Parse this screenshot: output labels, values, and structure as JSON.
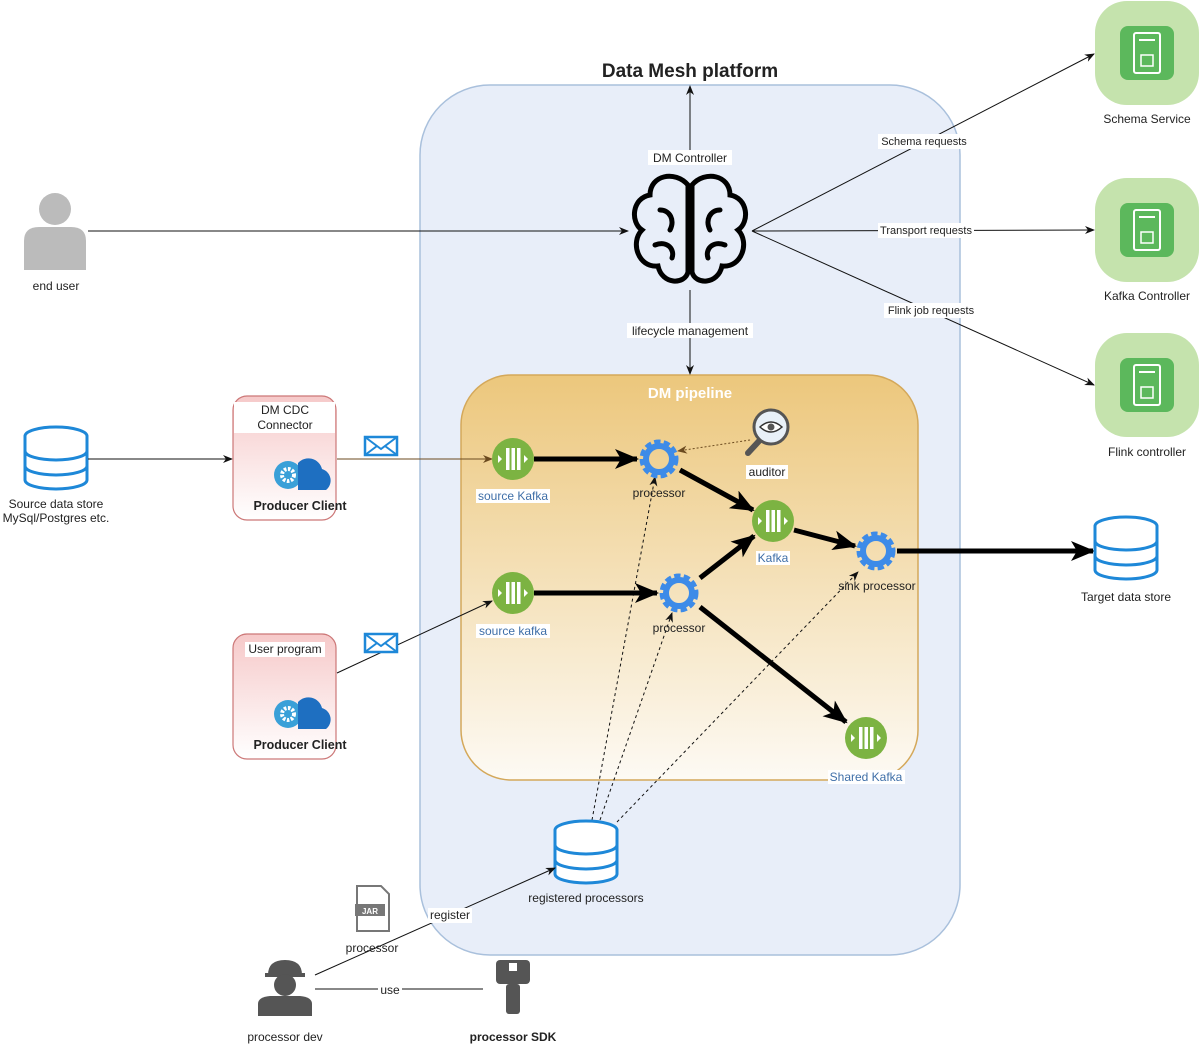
{
  "title": "Data Mesh platform",
  "controller": {
    "label": "DM Controller",
    "lifecycle_label": "lifecycle management"
  },
  "pipeline": {
    "title": "DM pipeline",
    "source_kafka_1": "source Kafka",
    "source_kafka_2": "source kafka",
    "processor_1": "processor",
    "processor_2": "processor",
    "kafka": "Kafka",
    "sink_processor": "sink processor",
    "shared_kafka": "Shared Kafka",
    "auditor": "auditor"
  },
  "actors": {
    "end_user": "end user",
    "processor_dev": "processor dev"
  },
  "services": [
    {
      "label": "Schema Service",
      "request": "Schema requests"
    },
    {
      "label": "Kafka Controller",
      "request": "Transport requests"
    },
    {
      "label": "Flink controller",
      "request": "Flink job requests"
    }
  ],
  "source_store": {
    "line1": "Source data store",
    "line2": "MySql/Postgres etc."
  },
  "cdc": {
    "line1": "DM CDC",
    "line2": "Connector",
    "client": "Producer Client"
  },
  "user_program": {
    "label": "User program",
    "client": "Producer Client"
  },
  "target_store": "Target data store",
  "registered_processors": "registered processors",
  "jar": {
    "badge": "JAR",
    "label": "processor"
  },
  "sdk": "processor SDK",
  "edges": {
    "register": "register",
    "use": "use"
  },
  "colors": {
    "platform": "#e8eef9",
    "pipeline_top": "#ecc77c",
    "kafka": "#7cb342",
    "gear": "#3d8be8",
    "service": "#c5e3ad",
    "client_box": "#f8d7d7"
  }
}
